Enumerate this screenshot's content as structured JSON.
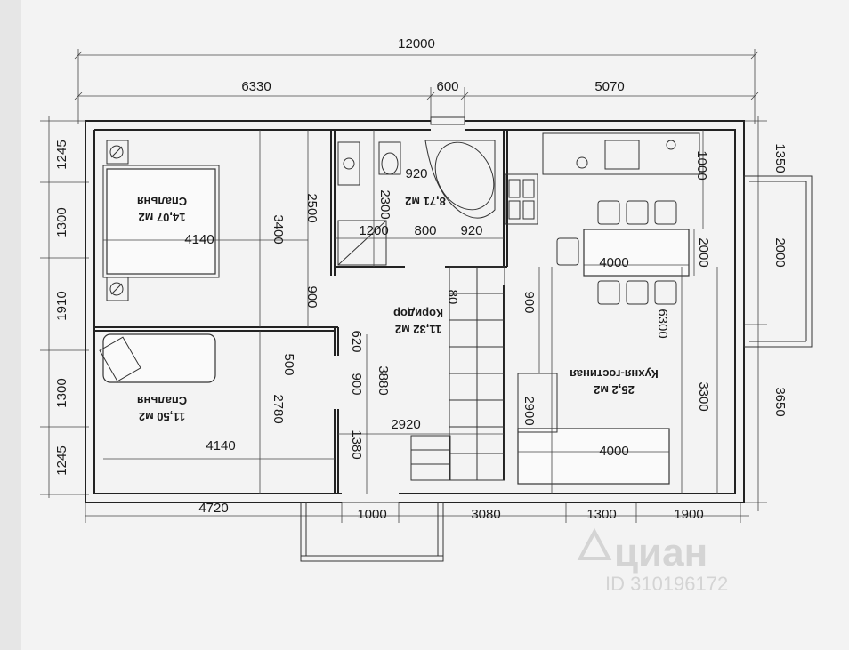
{
  "dimensions": {
    "total_width": "12000",
    "top_left": "6330",
    "top_mid": "600",
    "top_right": "5070",
    "left_1": "1245",
    "left_2": "1300",
    "left_3": "1910",
    "left_4": "1300",
    "left_5": "1245",
    "right_top": "1350",
    "right_mid": "2000",
    "right_bottom": "3650",
    "bottom_1": "4720",
    "bottom_2": "1000",
    "bottom_3": "3080",
    "bottom_4": "1300",
    "bottom_5": "1900",
    "bedroom1_width": "4140",
    "bedroom1_depth": "3400",
    "bedroom2_width": "4140",
    "bedroom2_depth": "2780",
    "bath_2500": "2500",
    "bath_2300": "2300",
    "bath_1200": "1200",
    "bath_800": "800",
    "bath_920": "920",
    "bath_920b": "920",
    "corr_900a": "900",
    "corr_900b": "900",
    "corr_3880": "3880",
    "corr_620": "620",
    "corr_500": "500",
    "corr_900c": "900",
    "corr_1380": "1380",
    "corr_2920": "2920",
    "corr_80": "80",
    "kitchen_1000": "1000",
    "kitchen_table": "4000",
    "kitchen_2000": "2000",
    "kitchen_6300": "6300",
    "kitchen_3300": "3300",
    "kitchen_2900": "2900",
    "kitchen_sofa": "4000"
  },
  "rooms": {
    "bedroom1_name": "Спальня",
    "bedroom1_area": "14,07 м2",
    "bedroom2_name": "Спальня",
    "bedroom2_area": "11,50 м2",
    "bath_area": "8,71 м2",
    "corridor_name": "Коридор",
    "corridor_area": "11,32 м2",
    "kitchen_name": "Кухня-гостиная",
    "kitchen_area": "25,2 м2"
  },
  "watermark": {
    "brand": "циан",
    "id": "ID 310196172"
  }
}
